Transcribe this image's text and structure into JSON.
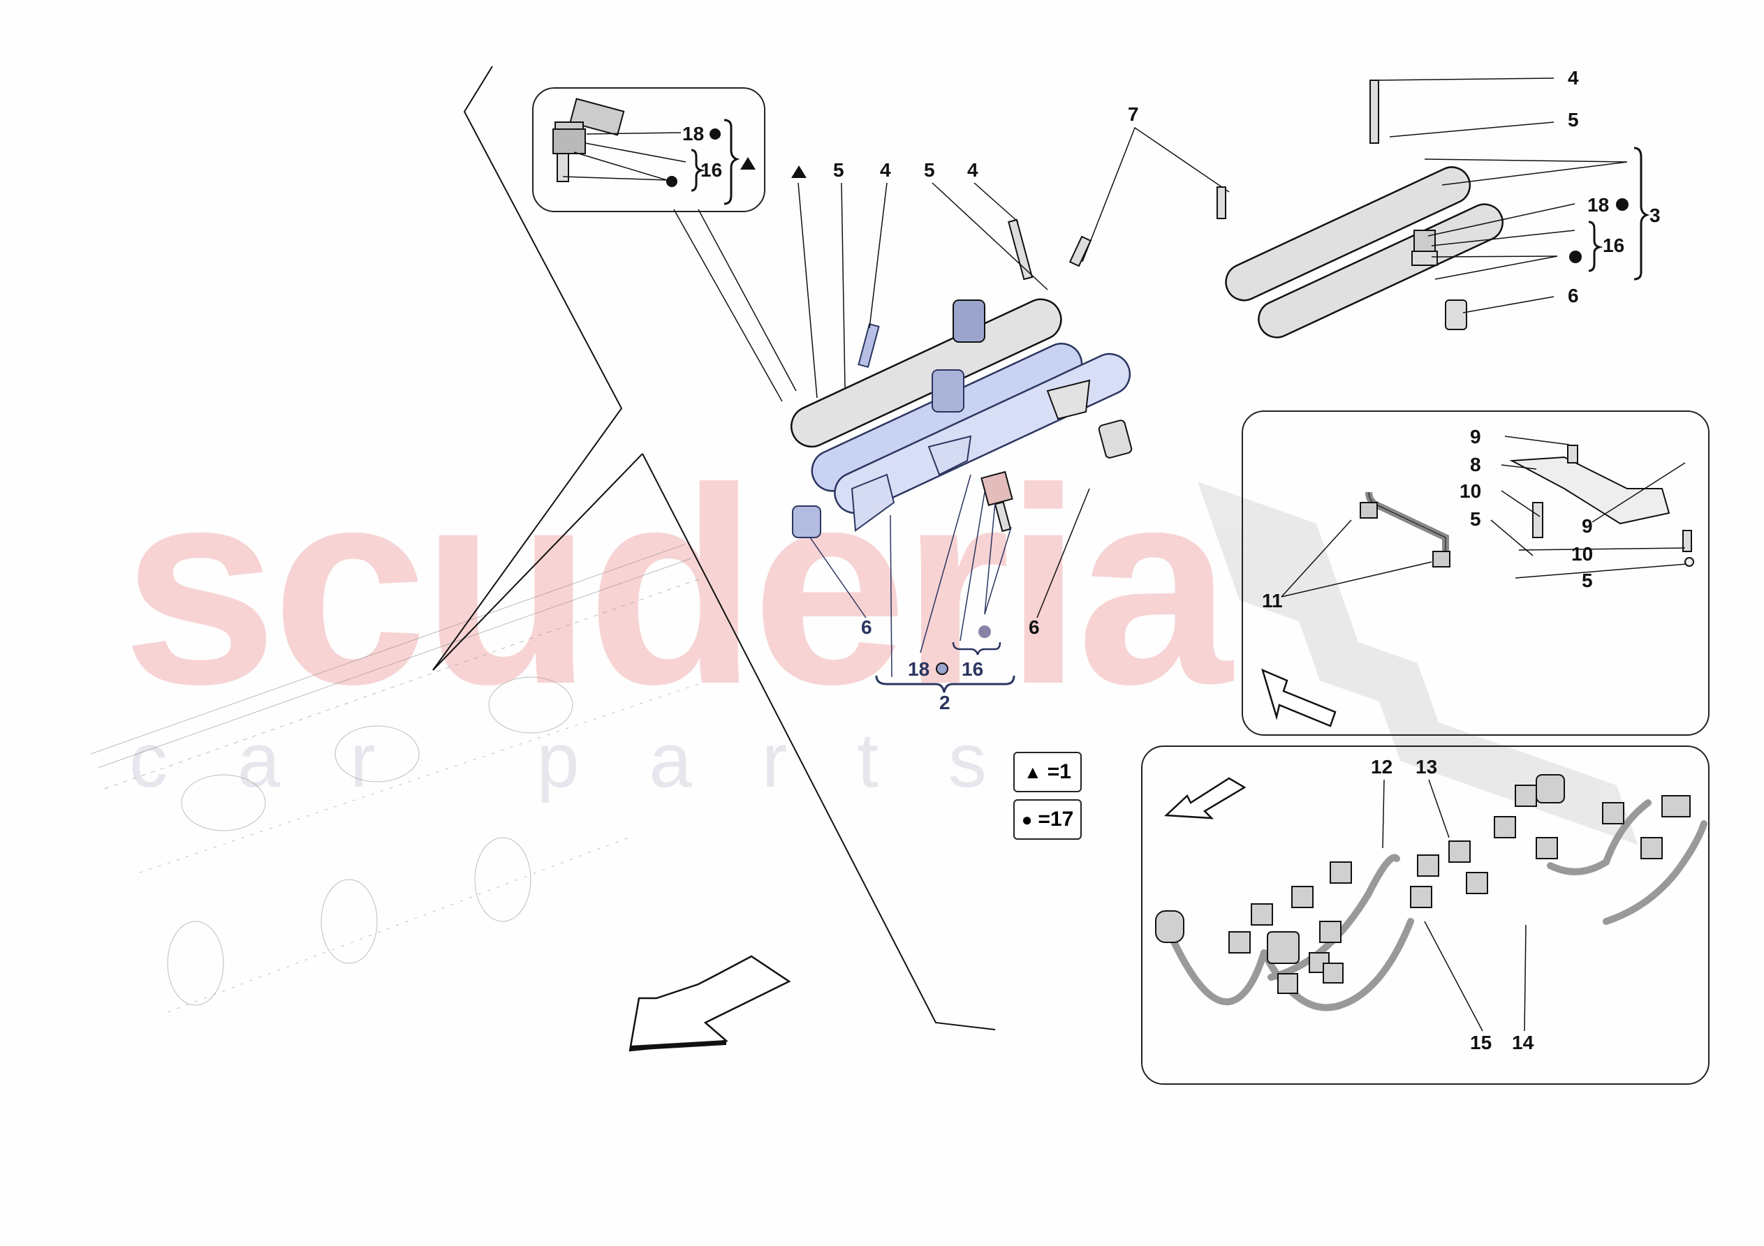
{
  "watermark": {
    "brand": "scuderia",
    "sub": "car parts"
  },
  "inset_top_left": {
    "labels": [
      "18",
      "16"
    ],
    "symbols": {
      "18": "dot",
      "16": "dot",
      "group": "triangle"
    }
  },
  "main_callouts": {
    "triangle_label": "▲",
    "labels": [
      {
        "id": "c5a",
        "text": "5"
      },
      {
        "id": "c4a",
        "text": "4"
      },
      {
        "id": "c5b",
        "text": "5"
      },
      {
        "id": "c4b",
        "text": "4"
      },
      {
        "id": "c7",
        "text": "7"
      },
      {
        "id": "c6a",
        "text": "6"
      },
      {
        "id": "c6b",
        "text": "6"
      },
      {
        "id": "c18",
        "text": "18"
      },
      {
        "id": "c16",
        "text": "16"
      },
      {
        "id": "c2",
        "text": "2"
      }
    ]
  },
  "right_top_callouts": {
    "labels": [
      {
        "id": "r4",
        "text": "4"
      },
      {
        "id": "r5",
        "text": "5"
      },
      {
        "id": "r18",
        "text": "18"
      },
      {
        "id": "r16",
        "text": "16"
      },
      {
        "id": "r3",
        "text": "3"
      },
      {
        "id": "r6",
        "text": "6"
      }
    ]
  },
  "inset_bracket": {
    "labels": [
      {
        "id": "b9a",
        "text": "9"
      },
      {
        "id": "b8",
        "text": "8"
      },
      {
        "id": "b10a",
        "text": "10"
      },
      {
        "id": "b5a",
        "text": "5"
      },
      {
        "id": "b9b",
        "text": "9"
      },
      {
        "id": "b10b",
        "text": "10"
      },
      {
        "id": "b5b",
        "text": "5"
      },
      {
        "id": "b11",
        "text": "11"
      }
    ]
  },
  "inset_harness": {
    "labels": [
      {
        "id": "h12",
        "text": "12"
      },
      {
        "id": "h13",
        "text": "13"
      },
      {
        "id": "h15",
        "text": "15"
      },
      {
        "id": "h14",
        "text": "14"
      }
    ]
  },
  "legend": [
    {
      "symbol": "▲",
      "text": "=1"
    },
    {
      "symbol": "●",
      "text": "=17"
    }
  ],
  "colors": {
    "line": "#111111",
    "blue_highlight": "#c9d2f2",
    "blue_label": "#2b3560",
    "pink_watermark": "#f7c9cb",
    "gray_watermark": "#e6e6ec",
    "part_gray": "#d4d4d4"
  }
}
